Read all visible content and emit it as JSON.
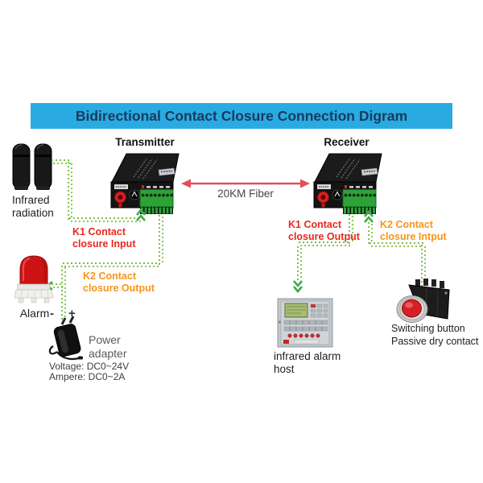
{
  "banner": {
    "title": "Bidirectional Contact Closure Connection Digram"
  },
  "transmitter": {
    "label": "Transmitter"
  },
  "receiver": {
    "label": "Receiver"
  },
  "fiber": {
    "label": "20KM Fiber"
  },
  "infrared": {
    "line1": "Infrared",
    "line2": "radiation"
  },
  "k1_left": {
    "line1": "K1 Contact",
    "line2": "closure Input"
  },
  "k2_left": {
    "line1": "K2 Contact",
    "line2": "closure Output"
  },
  "alarm": {
    "label": "Alarm"
  },
  "power": {
    "minus": "-",
    "plus": "+",
    "name_line1": "Power",
    "name_line2": "adapter",
    "voltage": "Voltage:  DC0~24V",
    "ampere": "Ampere: DC0~2A"
  },
  "k1_right": {
    "line1": "K1 Contact",
    "line2": "closure Output"
  },
  "k2_right": {
    "line1": "K2 Contact",
    "line2": "closure Intput"
  },
  "alarm_host": {
    "line1": "infrared alarm",
    "line2": "host"
  },
  "switch_button": {
    "line1": "Switching button",
    "line2": "Passive dry contact"
  },
  "colors": {
    "banner_bg": "#29abe2",
    "banner_text": "#1a3a5e",
    "k1_label": "#e8281e",
    "k2_label": "#f7941d",
    "green_line": "#7cbf4a",
    "green_arrow": "#3fae49",
    "fiber_arrow": "#e0505a",
    "terminal_green": "#2da237"
  }
}
